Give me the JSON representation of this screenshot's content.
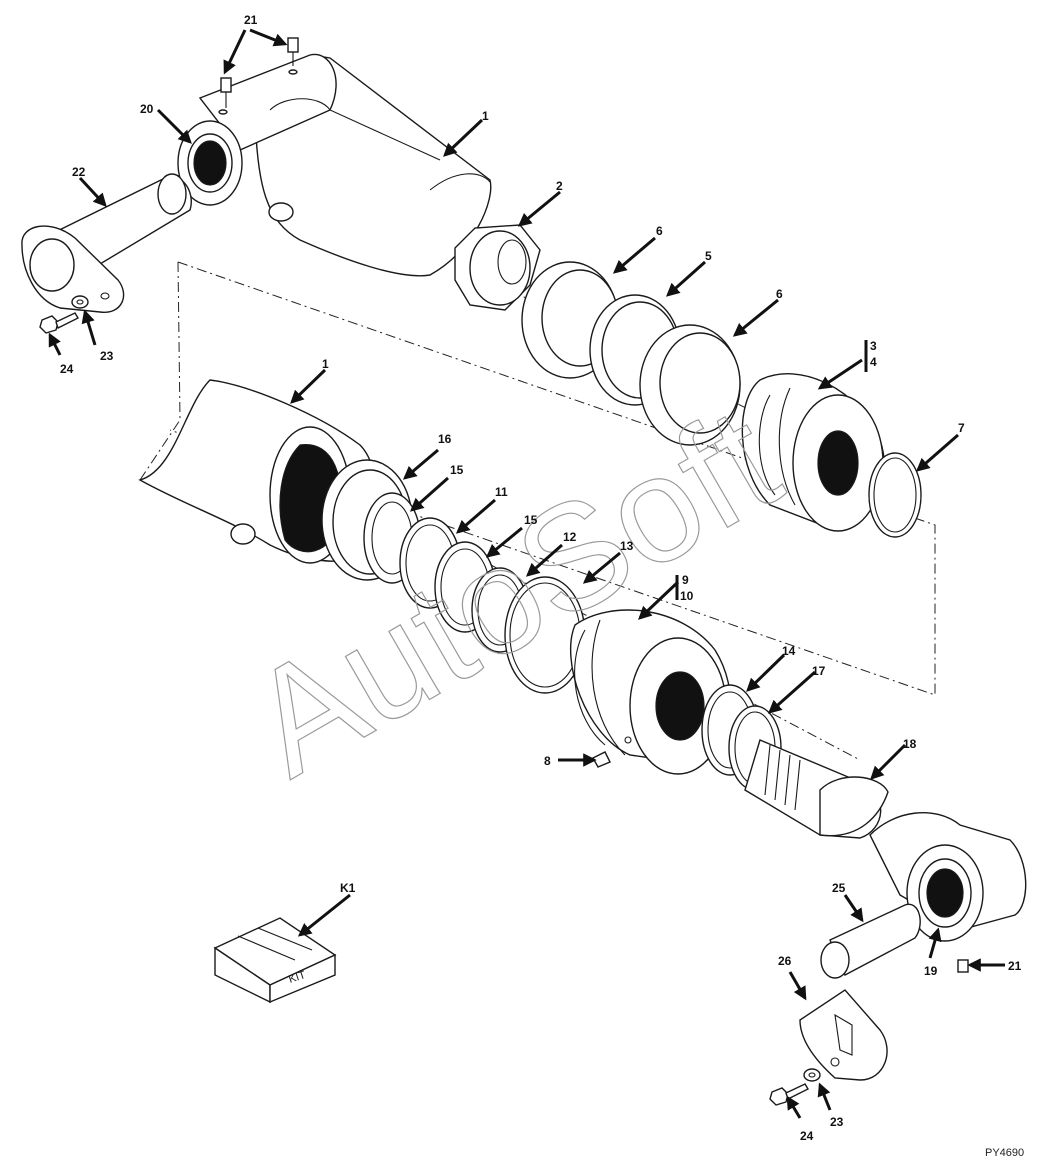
{
  "diagram": {
    "watermark": "AutoSoft",
    "figure_ref": "PY4690",
    "kit_box_label": "KIT",
    "callouts": {
      "c1a": "1",
      "c1b": "1",
      "c2": "2",
      "c3": "3",
      "c4": "4",
      "c5": "5",
      "c6a": "6",
      "c6b": "6",
      "c7": "7",
      "c8": "8",
      "c9": "9",
      "c10": "10",
      "c11": "11",
      "c12": "12",
      "c13": "13",
      "c14": "14",
      "c15a": "15",
      "c15b": "15",
      "c16": "16",
      "c17": "17",
      "c18": "18",
      "c19": "19",
      "c20": "20",
      "c21a": "21",
      "c21b": "21",
      "c22": "22",
      "c23a": "23",
      "c23b": "23",
      "c24a": "24",
      "c24b": "24",
      "c25": "25",
      "c26": "26",
      "cK1": "K1"
    }
  }
}
